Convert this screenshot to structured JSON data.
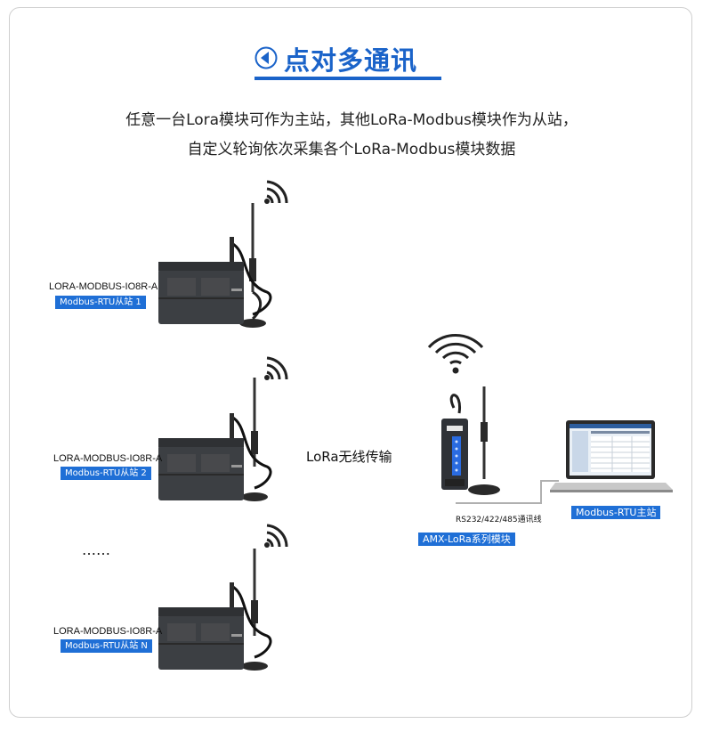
{
  "title": "点对多通讯",
  "subtitle_lines": [
    "任意一台Lora模块可作为主站，其他LoRa-Modbus模块作为从站，",
    "自定义轮询依次采集各个LoRa-Modbus模块数据"
  ],
  "slaves": [
    {
      "model": "LORA-MODBUS-IO8R-A",
      "role": "Modbus-RTU从站 1"
    },
    {
      "model": "LORA-MODBUS-IO8R-A",
      "role": "Modbus-RTU从站 2"
    },
    {
      "model": "LORA-MODBUS-IO8R-A",
      "role": "Modbus-RTU从站 N"
    }
  ],
  "ellipsis": "……",
  "wireless_label": "LoRa无线传输",
  "cable_label": "RS232/422/485通讯线",
  "gateway_label": "AMX-LoRa系列模块",
  "master_label": "Modbus-RTU主站",
  "colors": {
    "accent": "#1a63c9",
    "label_bg": "#1f6fd6",
    "device_body": "#3c3f43"
  },
  "icons": [
    "back-arrow-icon",
    "wifi-signal-icon",
    "antenna-icon",
    "laptop-icon"
  ]
}
